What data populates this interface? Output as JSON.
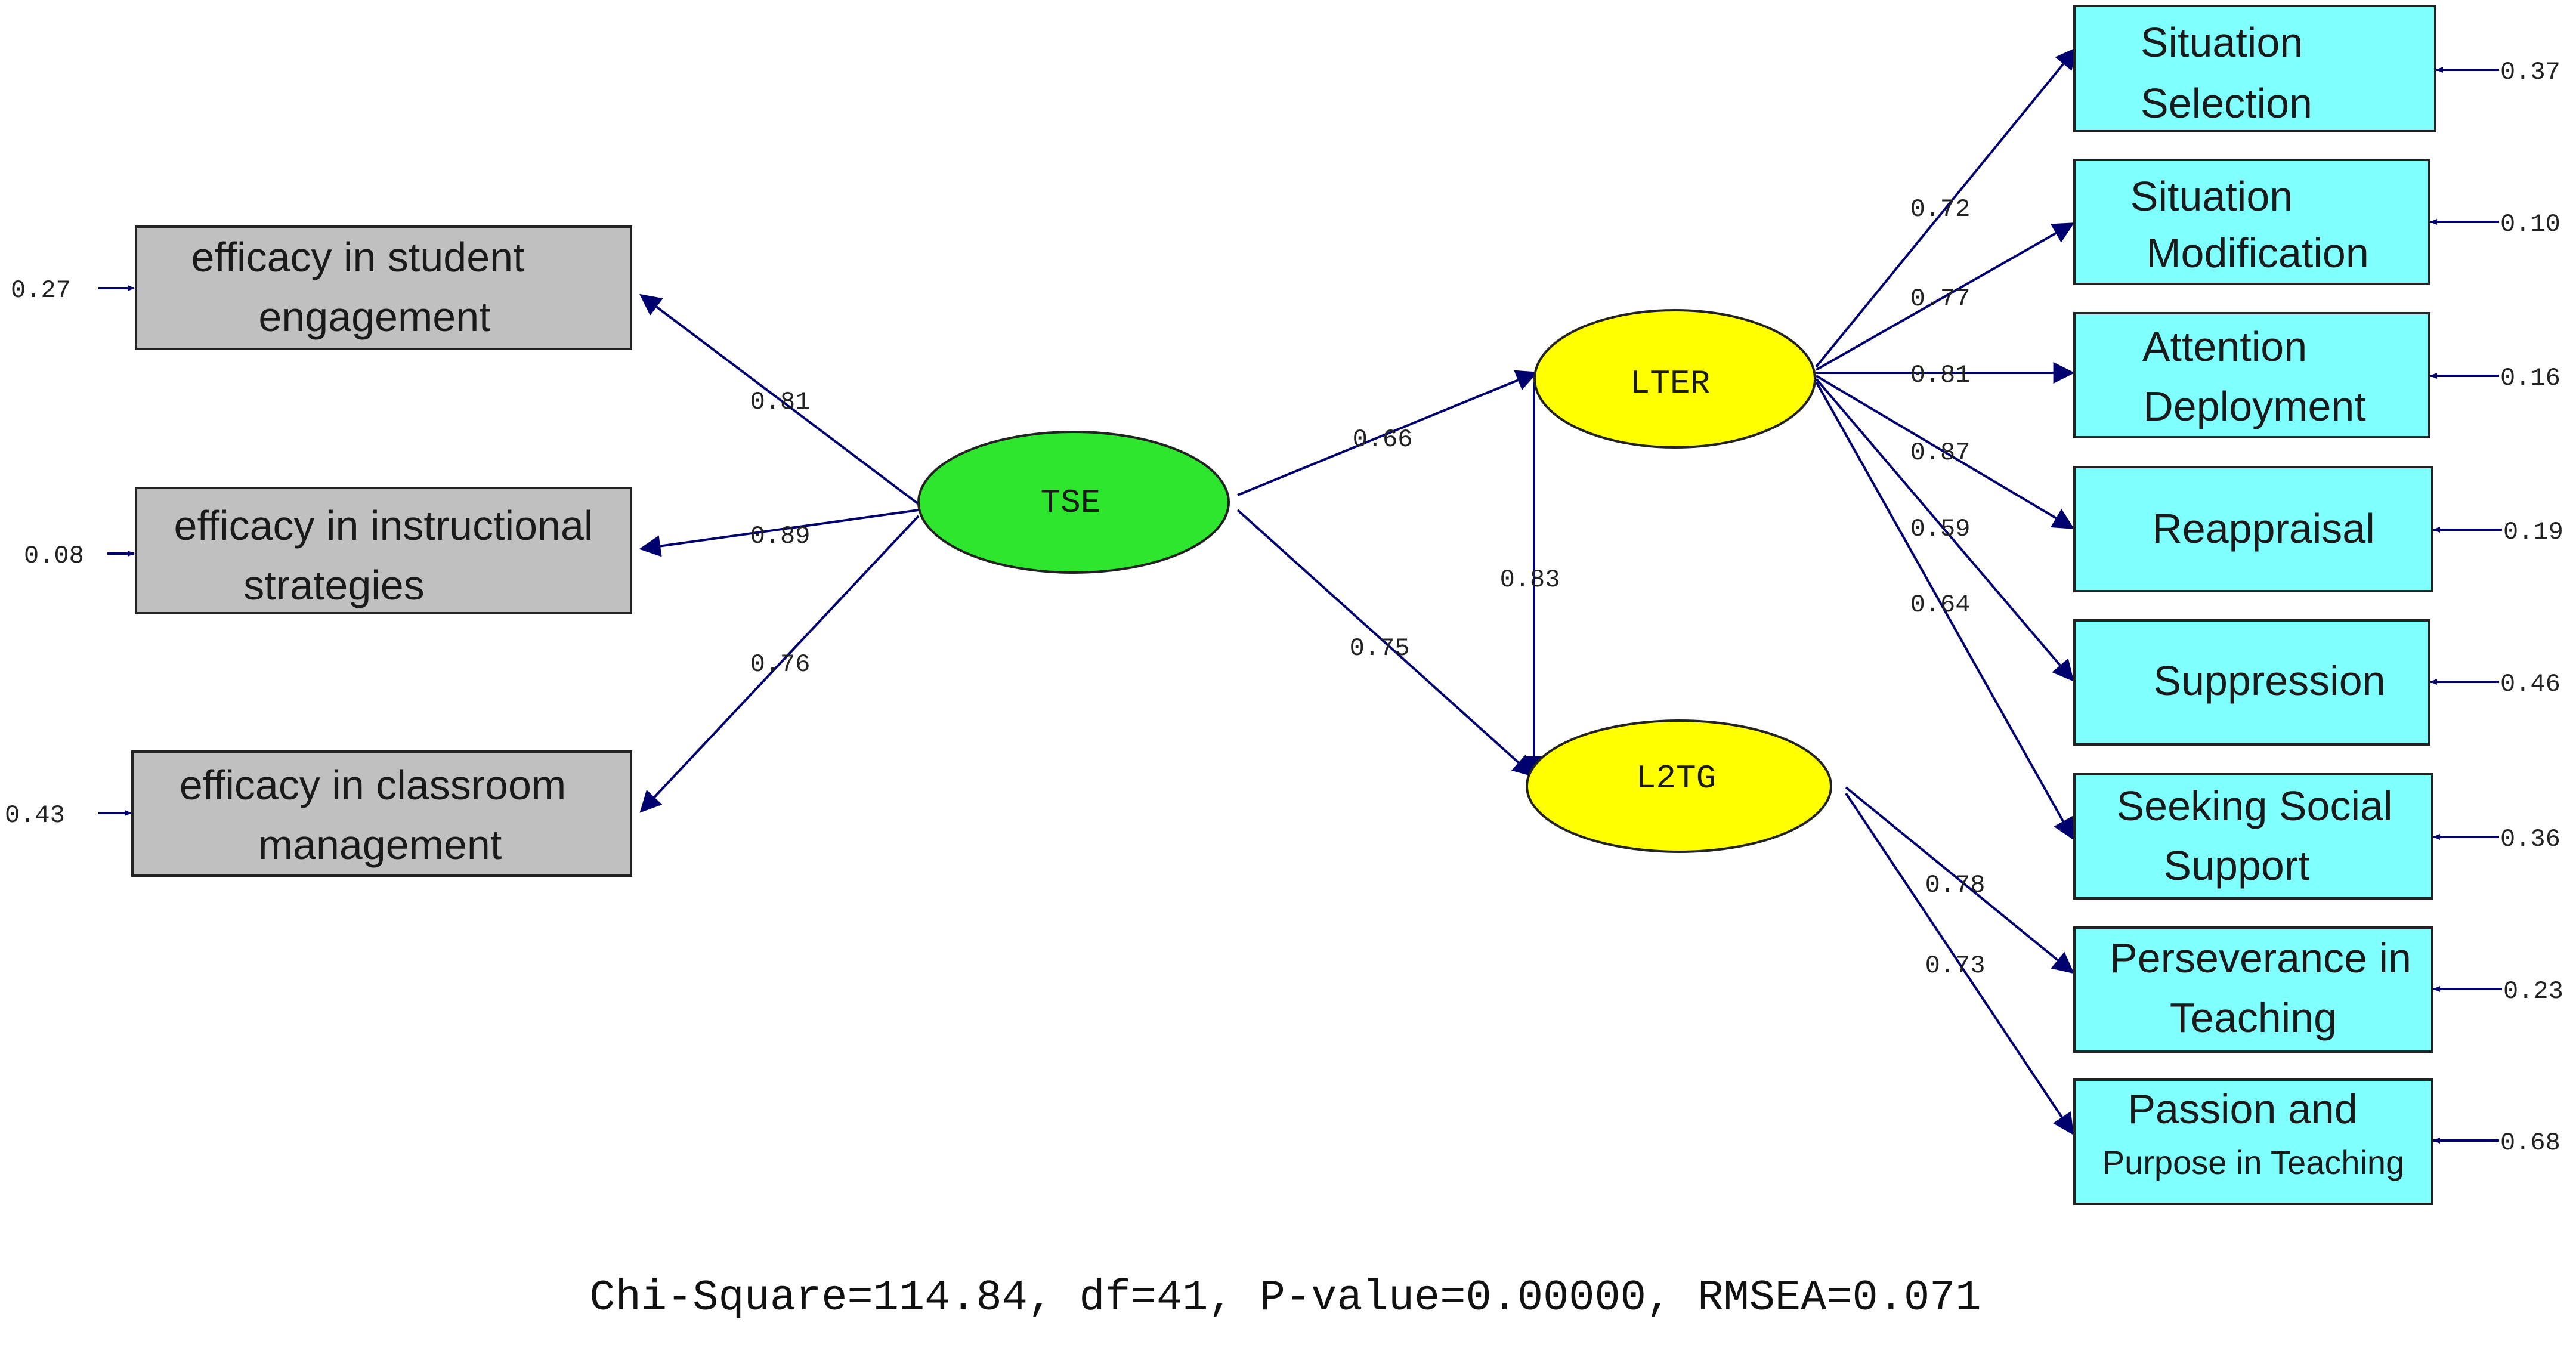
{
  "colors": {
    "line": "#00006e",
    "efficacy_box": "#c0c0c0",
    "outcome_box": "#80ffff",
    "tse": "#2ee62e",
    "mediator": "#ffff00",
    "border": "#222222"
  },
  "latents": {
    "tse": "TSE",
    "lter": "LTER",
    "l2tg": "L2TG"
  },
  "indicators": {
    "efficacy_engagement": [
      "efficacy in student",
      "engagement"
    ],
    "efficacy_instructional": [
      "efficacy in instructional",
      "strategies"
    ],
    "efficacy_management": [
      "efficacy in classroom",
      "management"
    ],
    "situation_selection": [
      "Situation",
      "Selection"
    ],
    "situation_modification": [
      "Situation",
      "Modification"
    ],
    "attention_deployment": [
      "Attention",
      "Deployment"
    ],
    "reappraisal": [
      "Reappraisal"
    ],
    "suppression": [
      "Suppression"
    ],
    "seeking_social_support": [
      "Seeking Social",
      "Support"
    ],
    "perseverance": [
      "Perseverance in",
      "Teaching"
    ],
    "passion": [
      "Passion and",
      "Purpose in Teaching"
    ]
  },
  "loadings": {
    "tse_engagement": "0.81",
    "tse_instructional": "0.89",
    "tse_management": "0.76",
    "tse_lter": "0.66",
    "tse_l2tg": "0.75",
    "lter_l2tg": "0.83",
    "lter_selection": "0.72",
    "lter_modification": "0.77",
    "lter_attention": "0.81",
    "lter_reappraisal": "0.87",
    "lter_suppression": "0.59",
    "lter_social": "0.64",
    "l2tg_perseverance": "0.78",
    "l2tg_passion": "0.73"
  },
  "errors": {
    "engagement": "0.27",
    "instructional": "0.08",
    "management": "0.43",
    "selection": "0.37",
    "modification": "0.10",
    "attention": "0.16",
    "reappraisal": "0.19",
    "suppression": "0.46",
    "social": "0.36",
    "perseverance": "0.23",
    "passion": "0.68"
  },
  "fit_statistics": "Chi-Square=114.84, df=41, P-value=0.00000, RMSEA=0.071"
}
